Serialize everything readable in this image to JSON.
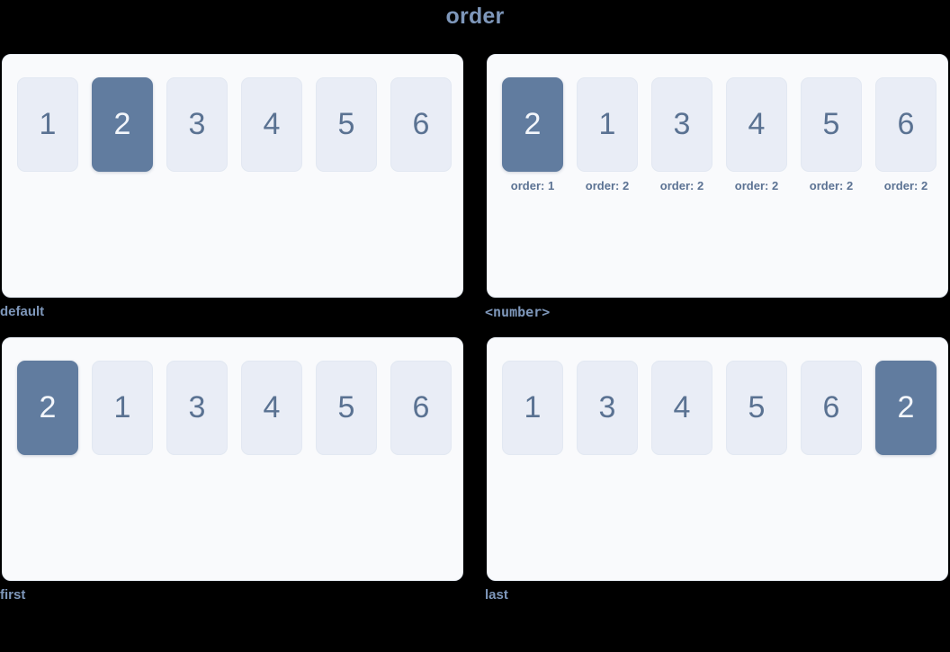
{
  "title": "order",
  "colors": {
    "background": "#000000",
    "panel_bg": "#f9fafc",
    "tile_bg": "#e9edf6",
    "tile_text": "#5a7292",
    "highlight_bg": "#617c9f",
    "highlight_text": "#f3f6fb",
    "caption": "#7e97ba",
    "note": "#5b7293"
  },
  "panels": [
    {
      "caption": "default",
      "caption_mono": false,
      "items": [
        {
          "label": "1",
          "highlight": false,
          "note": ""
        },
        {
          "label": "2",
          "highlight": true,
          "note": ""
        },
        {
          "label": "3",
          "highlight": false,
          "note": ""
        },
        {
          "label": "4",
          "highlight": false,
          "note": ""
        },
        {
          "label": "5",
          "highlight": false,
          "note": ""
        },
        {
          "label": "6",
          "highlight": false,
          "note": ""
        }
      ]
    },
    {
      "caption": "<number>",
      "caption_mono": true,
      "items": [
        {
          "label": "2",
          "highlight": true,
          "note": "order: 1"
        },
        {
          "label": "1",
          "highlight": false,
          "note": "order: 2"
        },
        {
          "label": "3",
          "highlight": false,
          "note": "order: 2"
        },
        {
          "label": "4",
          "highlight": false,
          "note": "order: 2"
        },
        {
          "label": "5",
          "highlight": false,
          "note": "order: 2"
        },
        {
          "label": "6",
          "highlight": false,
          "note": "order: 2"
        }
      ]
    },
    {
      "caption": "first",
      "caption_mono": false,
      "items": [
        {
          "label": "2",
          "highlight": true,
          "note": ""
        },
        {
          "label": "1",
          "highlight": false,
          "note": ""
        },
        {
          "label": "3",
          "highlight": false,
          "note": ""
        },
        {
          "label": "4",
          "highlight": false,
          "note": ""
        },
        {
          "label": "5",
          "highlight": false,
          "note": ""
        },
        {
          "label": "6",
          "highlight": false,
          "note": ""
        }
      ]
    },
    {
      "caption": "last",
      "caption_mono": false,
      "items": [
        {
          "label": "1",
          "highlight": false,
          "note": ""
        },
        {
          "label": "3",
          "highlight": false,
          "note": ""
        },
        {
          "label": "4",
          "highlight": false,
          "note": ""
        },
        {
          "label": "5",
          "highlight": false,
          "note": ""
        },
        {
          "label": "6",
          "highlight": false,
          "note": ""
        },
        {
          "label": "2",
          "highlight": true,
          "note": ""
        }
      ]
    }
  ]
}
